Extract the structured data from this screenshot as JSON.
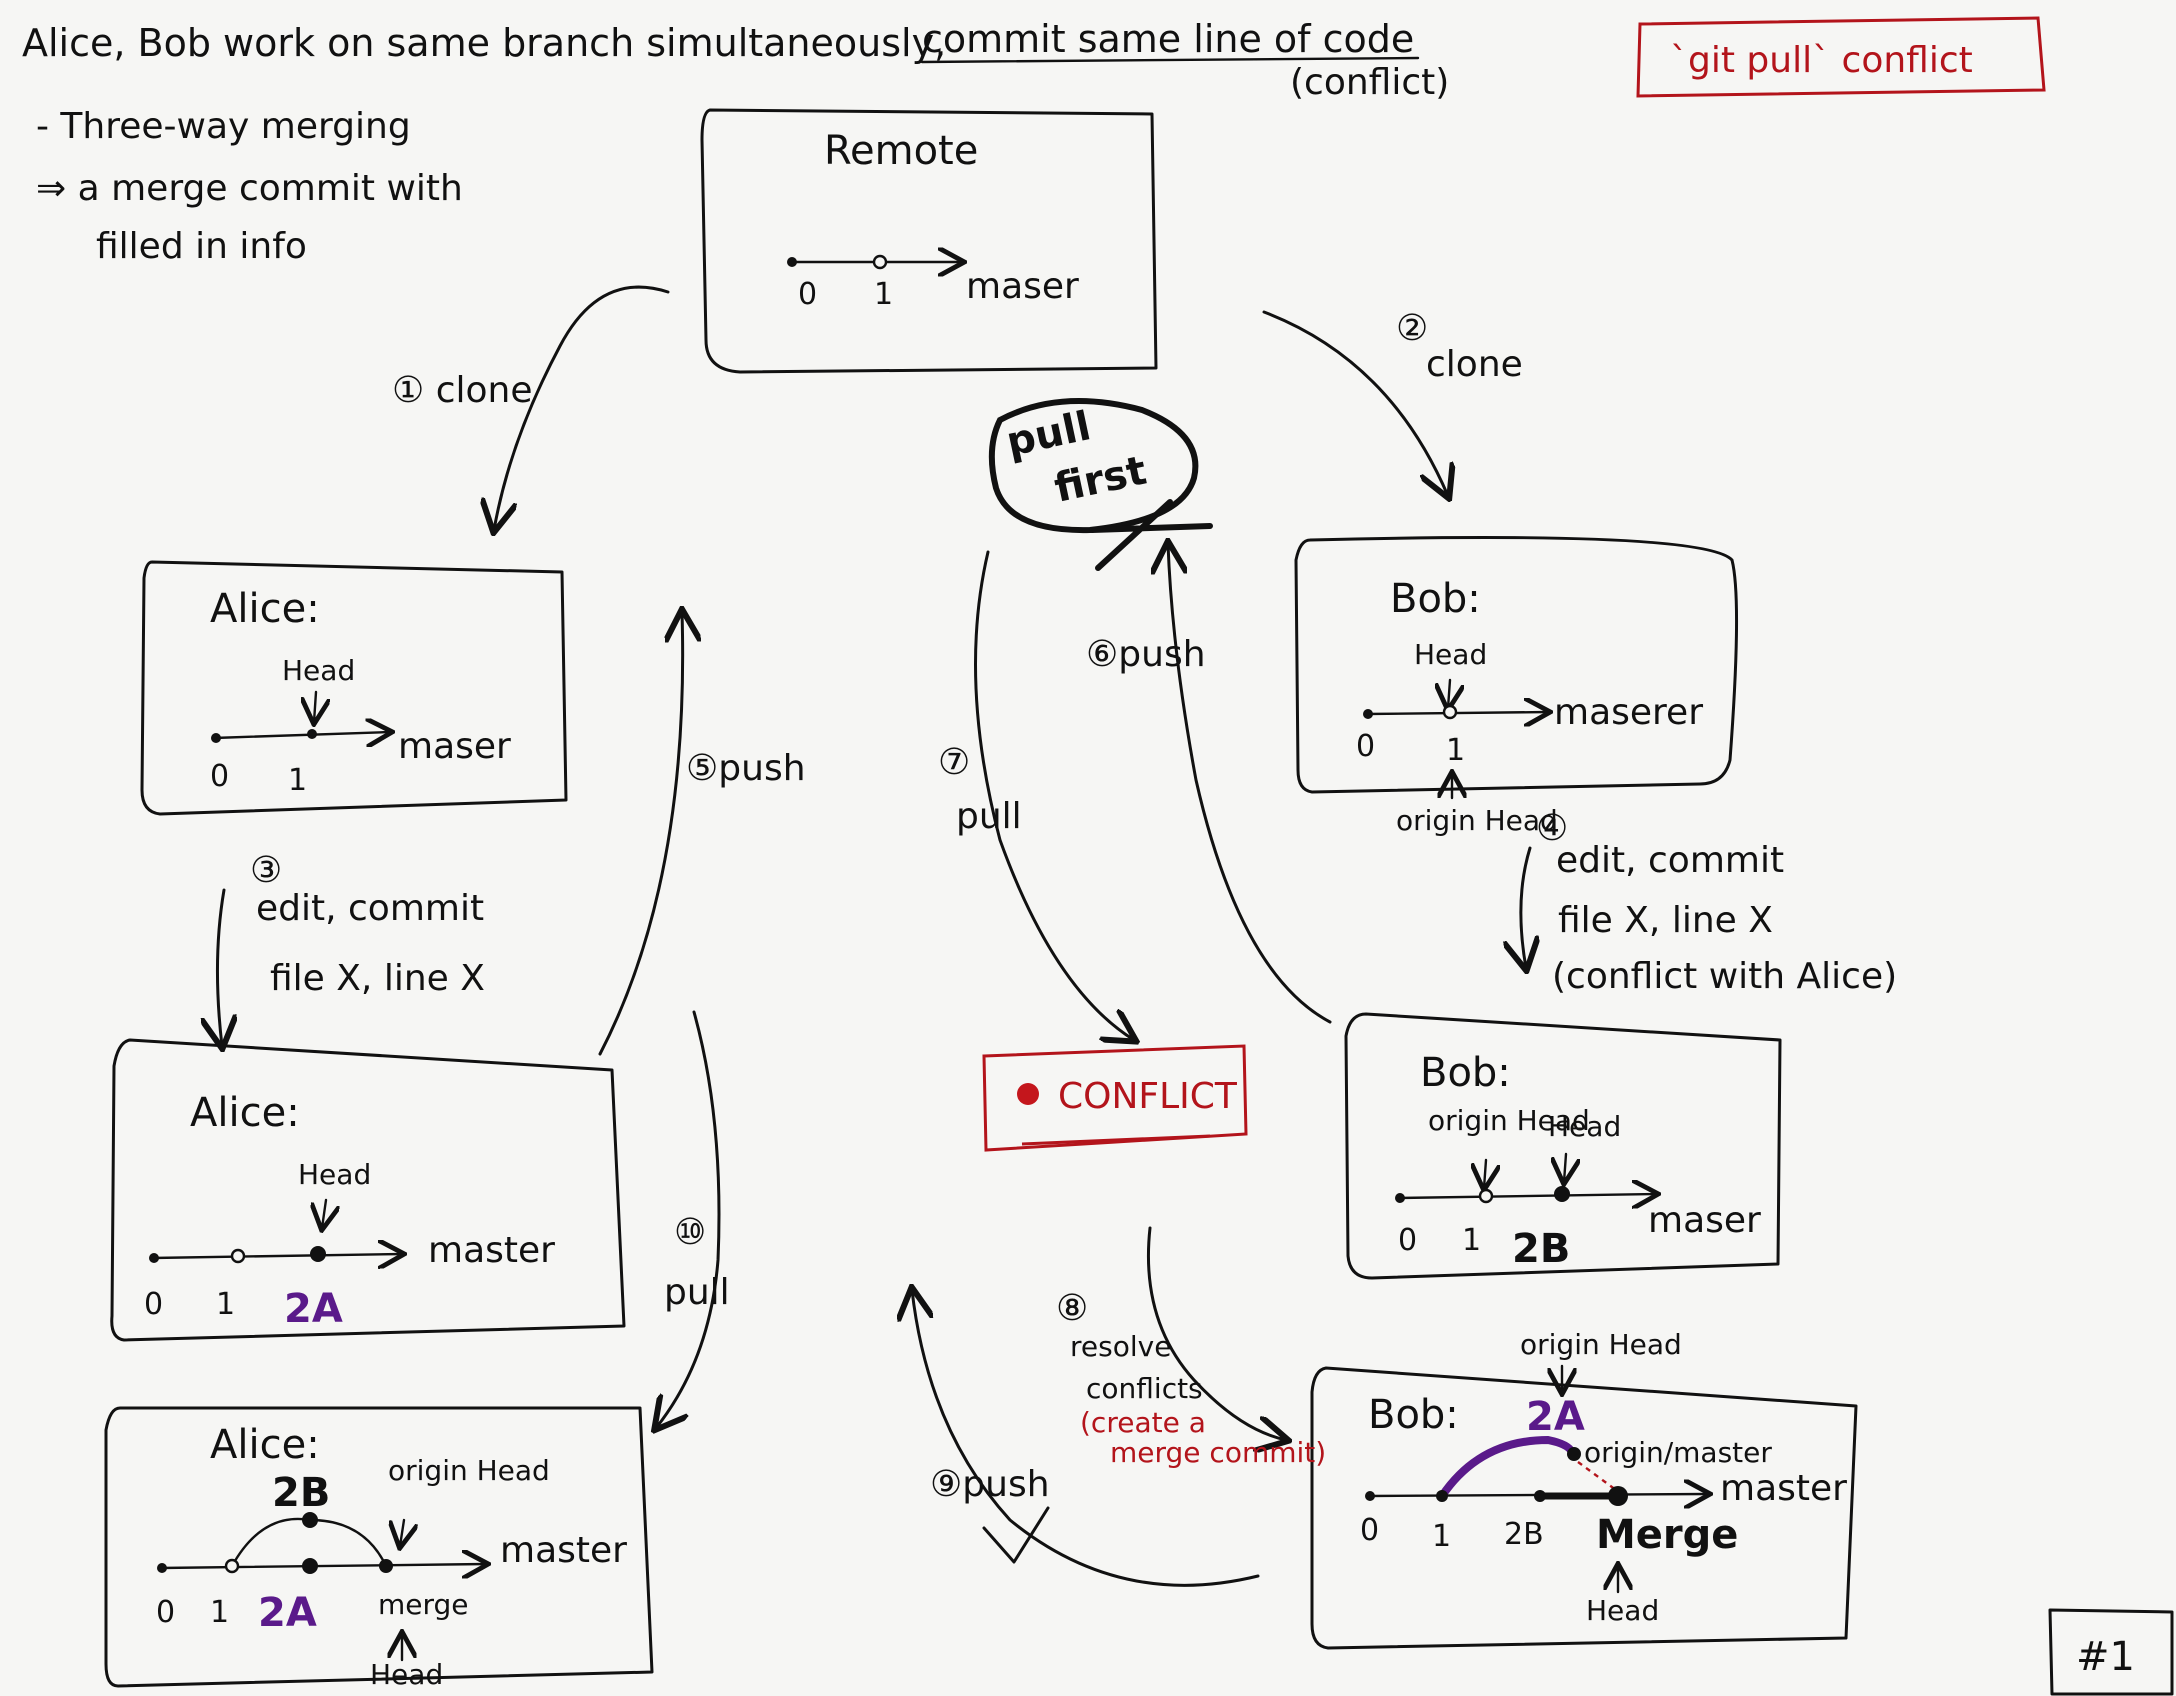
{
  "header": {
    "title": "Alice, Bob work on same branch simultaneously,",
    "title_underlined": "commit same line of code",
    "title_note": "(conflict)",
    "tag": "`git pull` conflict",
    "page_number": "#1"
  },
  "notes": {
    "line1": "- Three-way merging",
    "line2": "⇒ a merge commit with",
    "line3": "filled in info"
  },
  "remote_box": {
    "title": "Remote",
    "ticks": [
      "0",
      "1"
    ],
    "branch": "maser"
  },
  "alice_box1": {
    "title": "Alice:",
    "head": "Head",
    "ticks": [
      "0",
      "1"
    ],
    "branch": "maser"
  },
  "alice_box2": {
    "title": "Alice:",
    "head": "Head",
    "ticks": [
      "0",
      "1"
    ],
    "commit": "2A",
    "branch": "master"
  },
  "alice_box3": {
    "title": "Alice:",
    "commit_top": "2B",
    "commit_bottom": "2A",
    "origin_head": "origin Head",
    "ticks": [
      "0",
      "1"
    ],
    "merge": "merge",
    "head": "Head",
    "branch": "master"
  },
  "bob_box1": {
    "title": "Bob:",
    "head": "Head",
    "origin_head": "origin Head",
    "ticks": [
      "0",
      "1"
    ],
    "branch": "maserer"
  },
  "bob_box2": {
    "title": "Bob:",
    "origin_head": "origin Head",
    "head": "Head",
    "ticks": [
      "0",
      "1"
    ],
    "commit": "2B",
    "branch": "maser"
  },
  "bob_box3": {
    "title": "Bob:",
    "origin_head_top": "origin Head",
    "commit_top": "2A",
    "origin_master": "origin/master",
    "branch": "master",
    "ticks": [
      "0",
      "1"
    ],
    "commit_bottom": "2B",
    "merge": "Merge",
    "head": "Head"
  },
  "steps": {
    "s1": "① clone",
    "s2_num": "②",
    "s2_label": "clone",
    "s3_num": "③",
    "s3_l1": "edit, commit",
    "s3_l2": "file X, line X",
    "s4_num": "④",
    "s4_l1": "edit, commit",
    "s4_l2": "file X, line X",
    "s4_l3": "(conflict with Alice)",
    "s5": "⑤push",
    "s6": "⑥push",
    "s7_num": "⑦",
    "s7_label": "pull",
    "s8_num": "⑧",
    "s8_l1": "resolve",
    "s8_l2": "conflicts",
    "s8_l3": "(create a",
    "s8_l4": "merge commit)",
    "s9": "⑨push",
    "s10_num": "⑩",
    "s10_label": "pull"
  },
  "pull_first": {
    "l1": "pull",
    "l2": "first"
  },
  "conflict": {
    "label": "CONFLICT"
  },
  "colors": {
    "ink": "#111111",
    "red": "#b3141b",
    "purple": "#5a1a8a"
  }
}
